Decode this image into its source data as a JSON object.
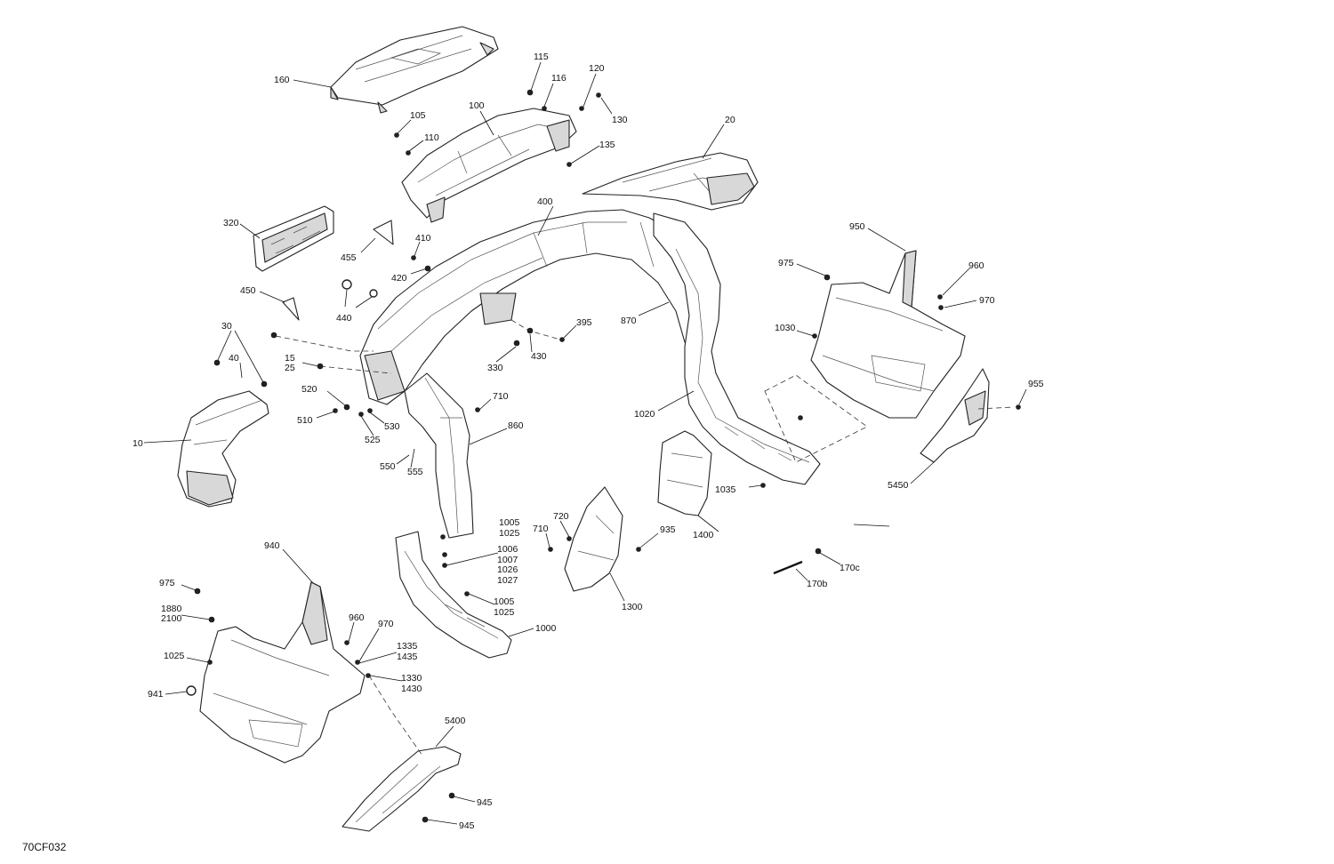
{
  "diagram": {
    "code": "70CF032",
    "callouts": [
      "160",
      "115",
      "116",
      "120",
      "130",
      "105",
      "100",
      "110",
      "135",
      "20",
      "400",
      "320",
      "410",
      "455",
      "420",
      "450",
      "440",
      "950",
      "975",
      "960",
      "970",
      "30",
      "15",
      "25",
      "40",
      "395",
      "870",
      "1030",
      "330",
      "430",
      "520",
      "710",
      "510",
      "530",
      "525",
      "860",
      "10",
      "550",
      "555",
      "1020",
      "955",
      "1035",
      "5450",
      "1005",
      "1025",
      "720",
      "710",
      "935",
      "1400",
      "1006",
      "1007",
      "1026",
      "1027",
      "940",
      "975",
      "1880",
      "2100",
      "960",
      "970",
      "1005",
      "1025",
      "1000",
      "1300",
      "170c",
      "170b",
      "1025",
      "1335",
      "1435",
      "1330",
      "1430",
      "941",
      "5400",
      "945",
      "945"
    ]
  }
}
